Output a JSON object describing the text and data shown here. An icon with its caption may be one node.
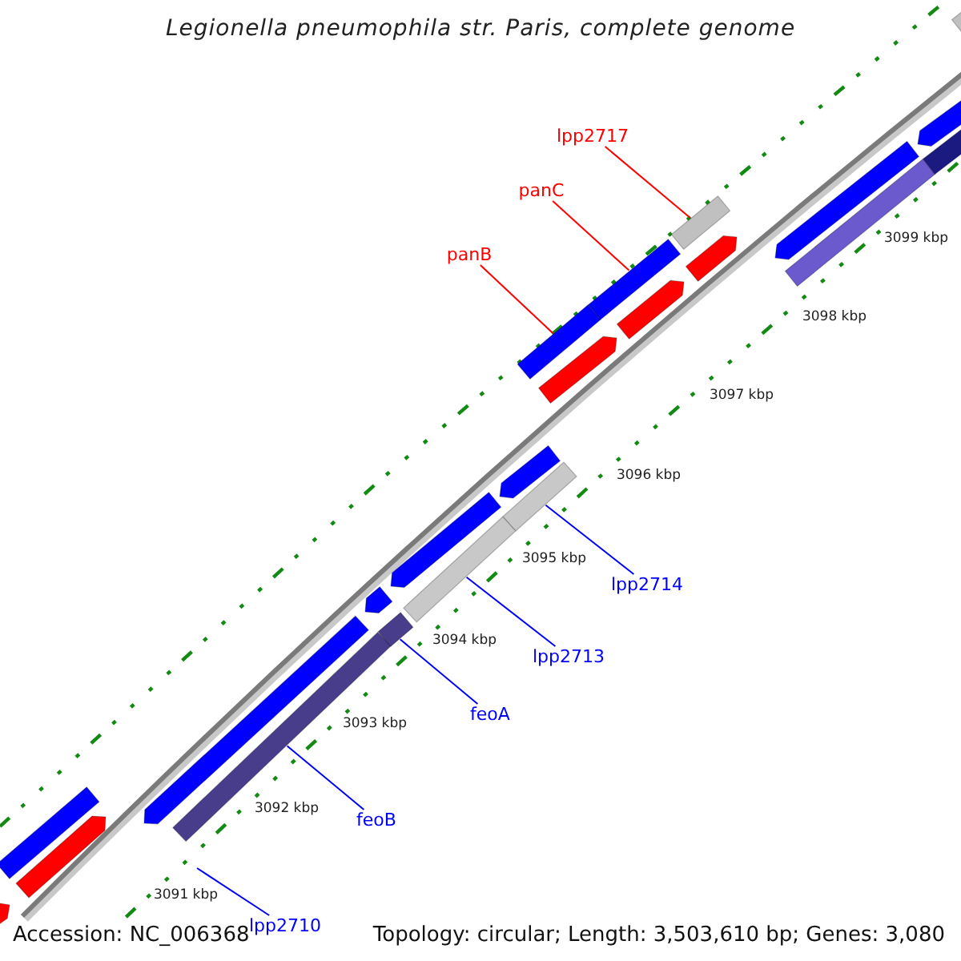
{
  "diagram": {
    "title": "Legionella pneumophila str. Paris, complete genome",
    "nodes": [
      {
        "text": [
          "lpp2717"
        ]
      },
      {
        "text": [
          "panC"
        ]
      },
      {
        "text": [
          "panB"
        ]
      },
      {
        "text": [
          "lpp2714"
        ]
      },
      {
        "text": [
          "lpp2713"
        ]
      },
      {
        "text": [
          "feoA"
        ]
      },
      {
        "text": [
          "feoB"
        ]
      },
      {
        "text": [
          "lpp2710"
        ]
      },
      {
        "text": [],
        "shape": "bar"
      },
      {
        "text": [],
        "shape": "bar"
      },
      {
        "text": [],
        "shape": "bar"
      },
      {
        "text": [],
        "shape": "bar"
      },
      {
        "text": [],
        "shape": "bar"
      },
      {
        "text": [],
        "shape": "bar"
      },
      {
        "text": [],
        "shape": "bar"
      },
      {
        "text": [],
        "shape": "bar"
      },
      {
        "text": [],
        "shape": "bar"
      },
      {
        "text": [],
        "shape": "bar"
      },
      {
        "text": [],
        "shape": "bar"
      },
      {
        "text": [],
        "shape": "bar"
      },
      {
        "text": [],
        "shape": "bar"
      },
      {
        "text": [],
        "shape": "bar"
      },
      {
        "text": [],
        "shape": "bar"
      },
      {
        "text": [],
        "shape": "bar"
      },
      {
        "text": [],
        "shape": "bar"
      },
      {
        "text": [],
        "shape": "bar"
      },
      {
        "text": [],
        "shape": "bar"
      },
      {
        "text": [],
        "shape": "bar"
      },
      {
        "text": [],
        "shape": "bar"
      },
      {
        "text": [],
        "shape": "bar"
      }
    ],
    "edges": [
      {
        "from": 0,
        "to": 23,
        "arrow": "none",
        "color": "#ff0000"
      },
      {
        "from": 1,
        "to": 21,
        "arrow": "none",
        "color": "#ff0000"
      },
      {
        "from": 2,
        "to": 19,
        "arrow": "none",
        "color": "#ff0000"
      },
      {
        "from": 3,
        "to": 18,
        "arrow": "none"
      },
      {
        "from": 4,
        "to": 16,
        "arrow": "none"
      },
      {
        "from": 5,
        "to": 14,
        "arrow": "none"
      },
      {
        "from": 6,
        "to": 12,
        "arrow": "none"
      },
      {
        "from": 7,
        "to": null,
        "arrow": "none"
      }
    ],
    "labels": [
      "3099 kbp",
      "3098 kbp",
      "3097 kbp",
      "3096 kbp",
      "3095 kbp",
      "3094 kbp",
      "3093 kbp",
      "3092 kbp",
      "3091 kbp",
      "Accession: NC_006368",
      "Topology: circular; Length: 3,503,610 bp; Genes: 3,080"
    ]
  }
}
